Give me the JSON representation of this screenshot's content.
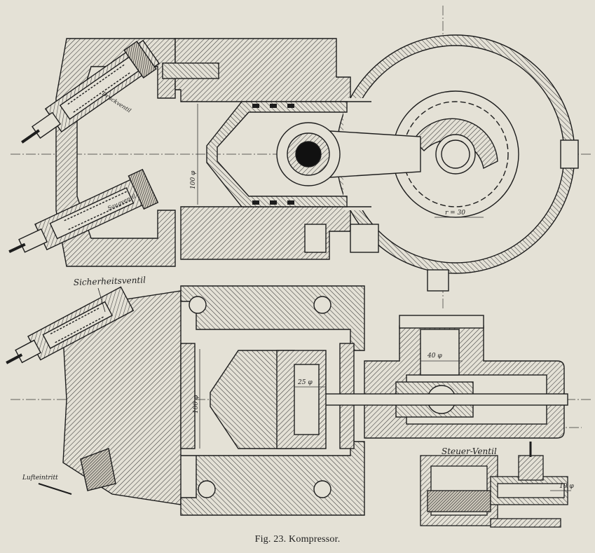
{
  "figure": {
    "caption": "Fig. 23.  Kompressor.",
    "colors": {
      "paper": "#e4e1d6",
      "ink": "#1d1d1d",
      "hatch": "#3a3a3a"
    }
  },
  "labels": {
    "safety_valve": "Sicherheitsventil",
    "intake_label": "Lufteintritt",
    "control_valve": "Steuer-Ventil",
    "pressure_valve": "Druckventil",
    "suction_valve": "Saugventil",
    "dim_bore_top": "100 φ",
    "dim_bore_bottom": "100 φ",
    "dim_crank": "r = 30",
    "dim_guide": "40 φ",
    "dim_rod": "25 φ",
    "dim_ctrl": "10 φ"
  }
}
